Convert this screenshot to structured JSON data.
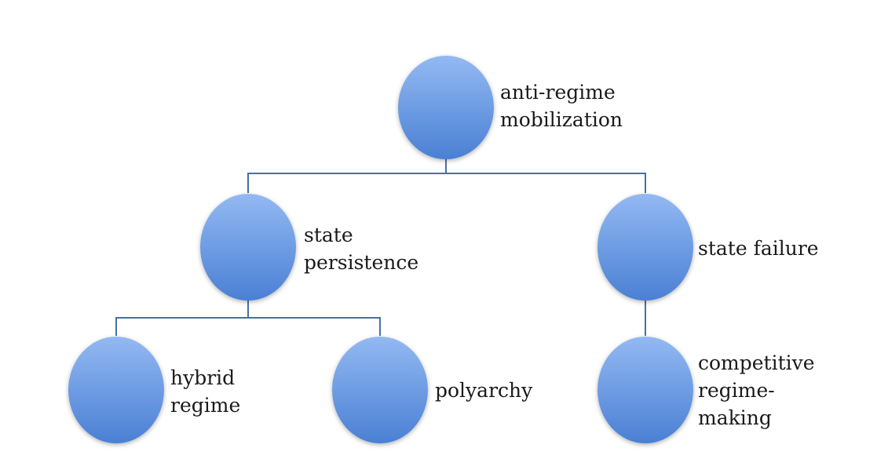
{
  "colors": {
    "node_top": "#8fb5f0",
    "node_bottom": "#4a82d6",
    "line": "#4a6fa5"
  },
  "nodes": {
    "root": {
      "lines": [
        "anti-regime",
        "mobilization"
      ]
    },
    "state_persistence": {
      "lines": [
        "state",
        "persistence"
      ]
    },
    "state_failure": {
      "lines": [
        "state failure"
      ]
    },
    "hybrid_regime": {
      "lines": [
        "hybrid",
        "regime"
      ]
    },
    "polyarchy": {
      "lines": [
        "polyarchy"
      ]
    },
    "competitive": {
      "lines": [
        "competitive",
        "regime-",
        "making"
      ]
    }
  }
}
